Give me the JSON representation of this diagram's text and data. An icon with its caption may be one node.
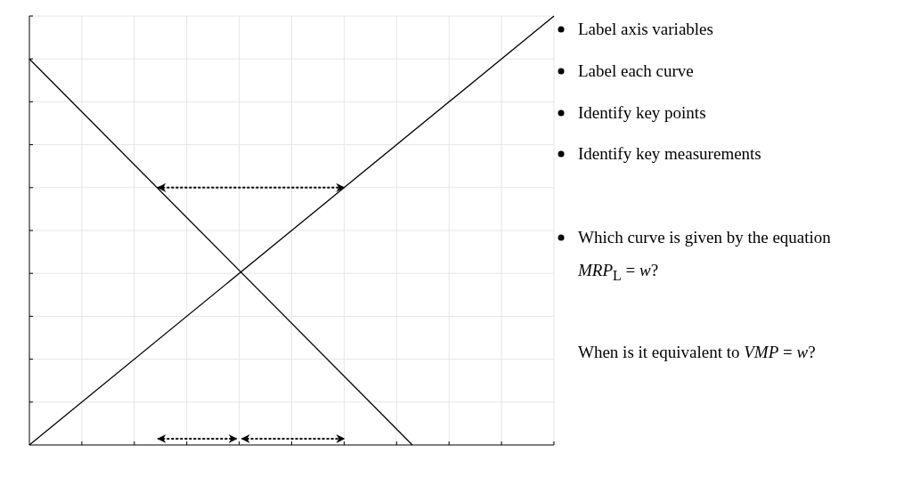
{
  "diagram": {
    "labels": [
      "Label axis variables",
      "Label each curve",
      "Identify key points",
      "Identify key measurements",
      "Which curve is given by the equation *MRP*$_{L}$ = *w*?",
      "When is it equivalent to *VMP* = *w*?"
    ]
  }
}
